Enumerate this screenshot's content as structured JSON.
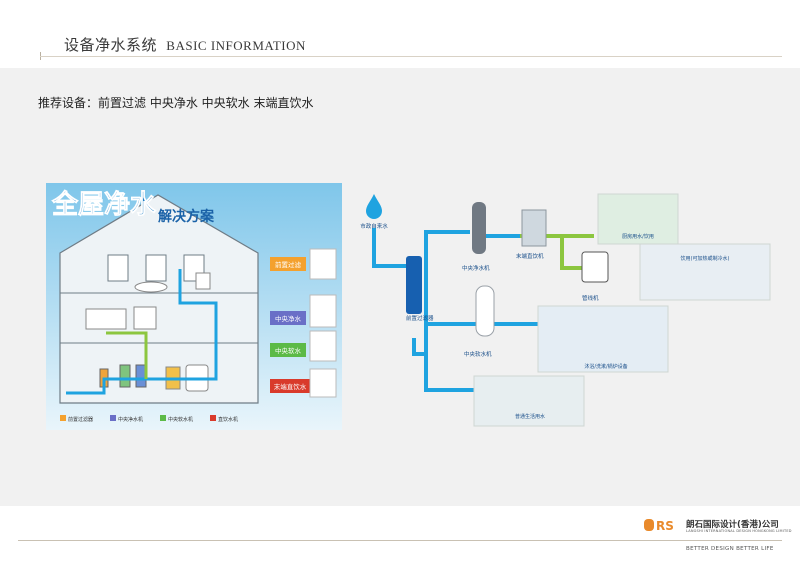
{
  "header": {
    "title_cn": "设备净水系统",
    "title_en": "BASIC INFORMATION"
  },
  "recommend": "推荐设备：前置过滤 中央净水 中央软水 末端直饮水",
  "house_panel": {
    "headline": "全屋净水",
    "subhead": "解决方案",
    "steps": [
      "前置过滤",
      "中央净水",
      "中央软水",
      "末端直饮水"
    ],
    "legend": [
      "前置过滤器",
      "中央净水机",
      "中央软水机",
      "直饮水机"
    ]
  },
  "flow": {
    "source": "市政自来水",
    "pre_filter": "前置过滤器",
    "central_purifier": "中央净水机",
    "terminal_drinker": "末端直饮机",
    "pipeline_drinker": "管线机",
    "central_softener": "中央软水机",
    "kitchen": "厨房用水/饮用",
    "drinking": "饮用(可加热或制冷水)",
    "bath": "沐浴/洗漱/锅炉设备",
    "living": "普通生活用水"
  },
  "footer": {
    "company": "朗石国际设计(香港)公司",
    "company_en": "LANGSHI INTERNATIONAL DESIGN HONGKONG LIMITED",
    "logo_letters": "RS",
    "slogan": "BETTER DESIGN BETTER LIFE"
  },
  "colors": {
    "pipe_blue": "#1fa3e0",
    "pipe_green": "#8cc63f",
    "accent_orange": "#e98a2b"
  }
}
